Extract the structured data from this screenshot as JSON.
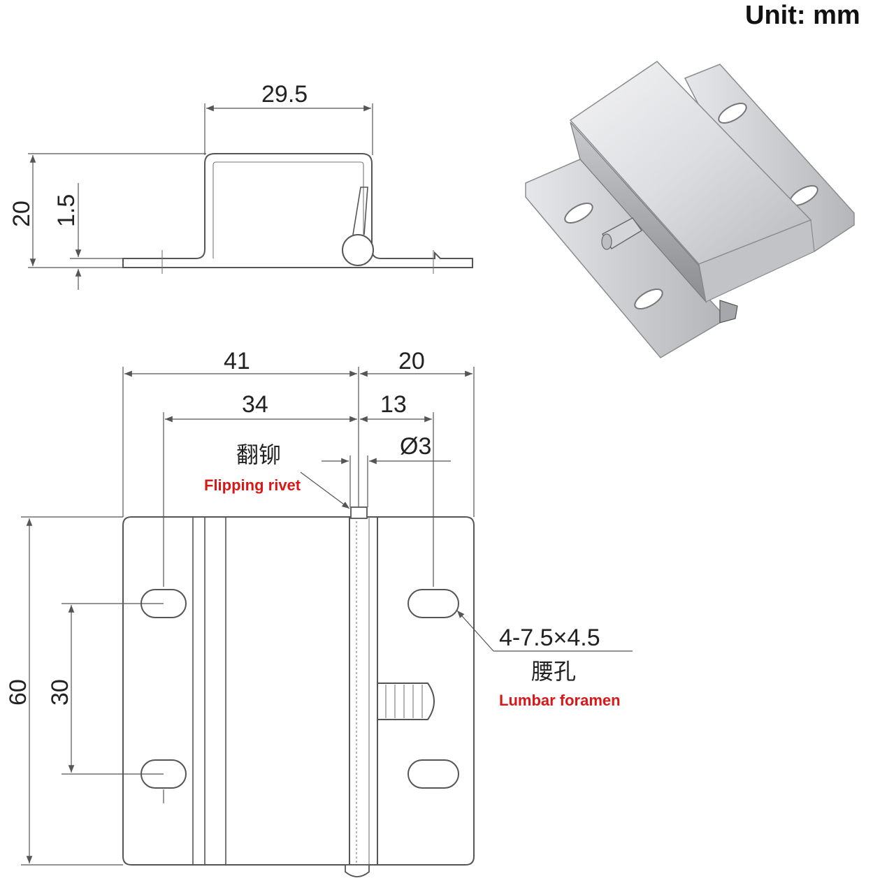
{
  "unit_label": "Unit:  mm",
  "side_view": {
    "width_dim": "29.5",
    "height_dim": "20",
    "thickness_dim": "1.5"
  },
  "front_view": {
    "total_left_dim": "41",
    "total_right_dim": "20",
    "hole_spacing_horizontal": "34",
    "hole_offset_right": "13",
    "rivet_diameter": "Ø3",
    "height_dim": "60",
    "hole_spacing_vertical": "30"
  },
  "labels": {
    "rivet_cn": "翻铆",
    "rivet_en": "Flipping rivet",
    "slot_spec": "4-7.5×4.5",
    "slot_cn": "腰孔",
    "slot_en": "Lumbar foramen"
  },
  "colors": {
    "line": "#555555",
    "annotation_red": "#d81818",
    "metal_light": "#e8e8ea",
    "metal_dark": "#9a9ba0"
  }
}
